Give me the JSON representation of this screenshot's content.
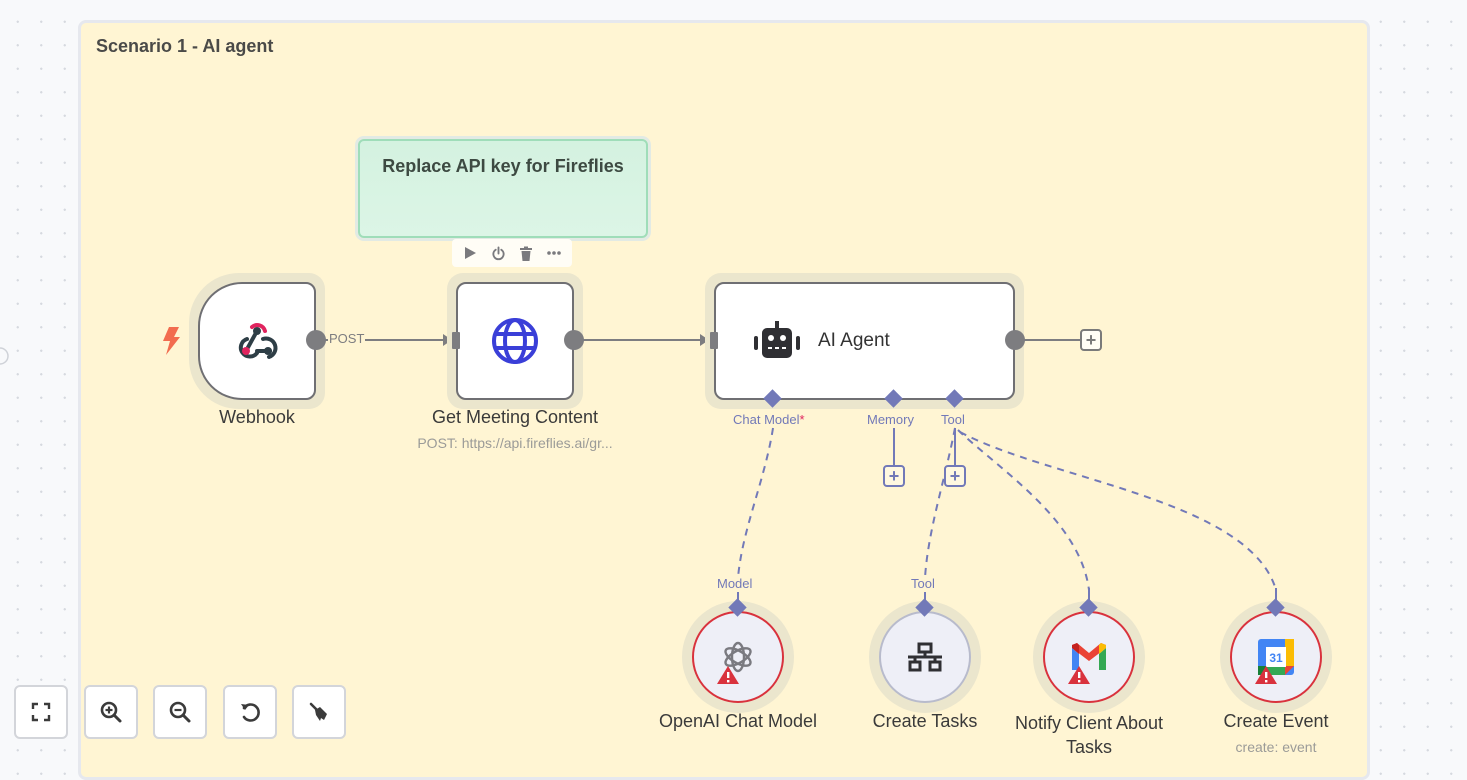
{
  "canvas": {
    "group": {
      "title": "Scenario 1 - AI agent"
    },
    "note": {
      "text": "Replace API key for Fireflies"
    },
    "node_toolbar": {
      "buttons": [
        {
          "name": "execute-node",
          "icon": "play-icon"
        },
        {
          "name": "deactivate-node",
          "icon": "power-icon"
        },
        {
          "name": "delete-node",
          "icon": "trash-icon"
        },
        {
          "name": "more-options",
          "icon": "ellipsis-icon"
        }
      ]
    },
    "nodes": {
      "webhook": {
        "label": "Webhook",
        "icon": "webhook-icon",
        "trigger_icon": "lightning-bolt-icon"
      },
      "http": {
        "label": "Get Meeting Content",
        "subtitle": "POST: https://api.fireflies.ai/gr...",
        "icon": "globe-icon"
      },
      "agent": {
        "label": "AI Agent",
        "icon": "robot-icon",
        "ports": {
          "chat_model": "Chat Model",
          "required_mark": "*",
          "memory": "Memory",
          "tool": "Tool"
        }
      },
      "openai": {
        "label": "OpenAI Chat Model",
        "port_label": "Model",
        "icon": "openai-icon",
        "status": "warning"
      },
      "create_tasks": {
        "label": "Create Tasks",
        "port_label": "Tool",
        "icon": "network-icon",
        "status": "ok"
      },
      "notify_client": {
        "label_line1": "Notify Client About",
        "label_line2": "Tasks",
        "icon": "gmail-icon",
        "status": "warning"
      },
      "create_event": {
        "label": "Create Event",
        "subtitle": "create: event",
        "icon": "google-calendar-icon",
        "calendar_day": "31",
        "status": "warning"
      }
    },
    "connections": {
      "webhook_to_http": {
        "label": "POST"
      }
    }
  },
  "controls": [
    {
      "name": "fit-view",
      "icon": "fullscreen-icon"
    },
    {
      "name": "zoom-in",
      "icon": "zoom-in-icon"
    },
    {
      "name": "zoom-out",
      "icon": "zoom-out-icon"
    },
    {
      "name": "reset-zoom",
      "icon": "undo-icon"
    },
    {
      "name": "tidy-up",
      "icon": "broom-icon"
    }
  ],
  "colors": {
    "group_bg": "#fff5d3",
    "note_bg": "#d4f2e0",
    "port_accent": "#7279b8",
    "error_red": "#d9323d",
    "connection_gray": "#6f6f73"
  }
}
